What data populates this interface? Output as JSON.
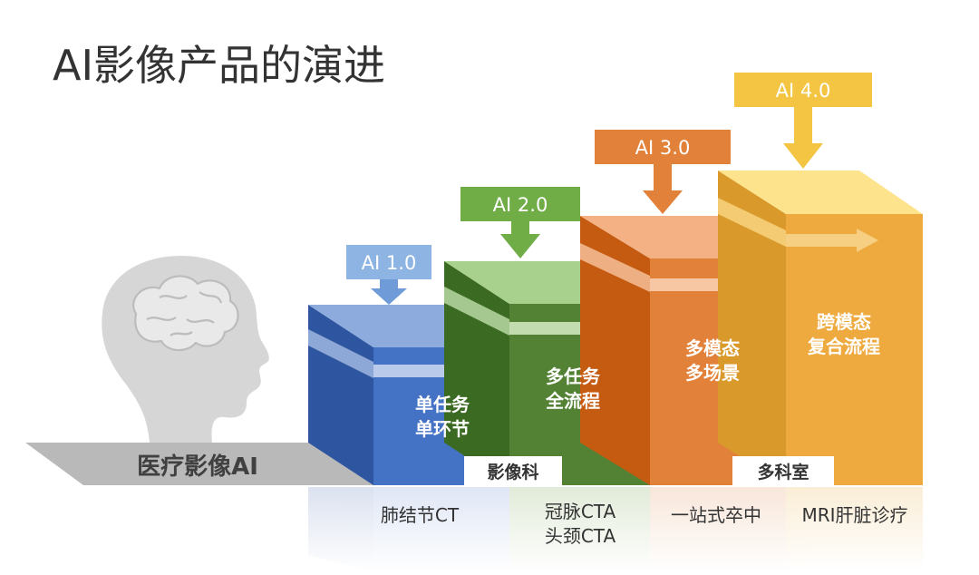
{
  "title": "AI影像产品的演进",
  "head_label": "医疗影像AI",
  "stages": [
    {
      "version": "AI 1.0",
      "line1": "单任务",
      "line2": "单环节",
      "color": "#4472c4"
    },
    {
      "version": "AI 2.0",
      "line1": "多任务",
      "line2": "全流程",
      "color": "#548235"
    },
    {
      "version": "AI 3.0",
      "line1": "多模态",
      "line2": "多场景",
      "color": "#e2813a"
    },
    {
      "version": "AI 4.0",
      "line1": "跨模态",
      "line2": "复合流程",
      "color": "#eeaa3f"
    }
  ],
  "department_labels": [
    "影像科",
    "多科室"
  ],
  "applications": [
    {
      "line1": "肺结节CT"
    },
    {
      "line1": "冠脉CTA",
      "line2": "头颈CTA"
    },
    {
      "line1": "一站式卒中"
    },
    {
      "line1": "MRI肝脏诊疗"
    }
  ]
}
